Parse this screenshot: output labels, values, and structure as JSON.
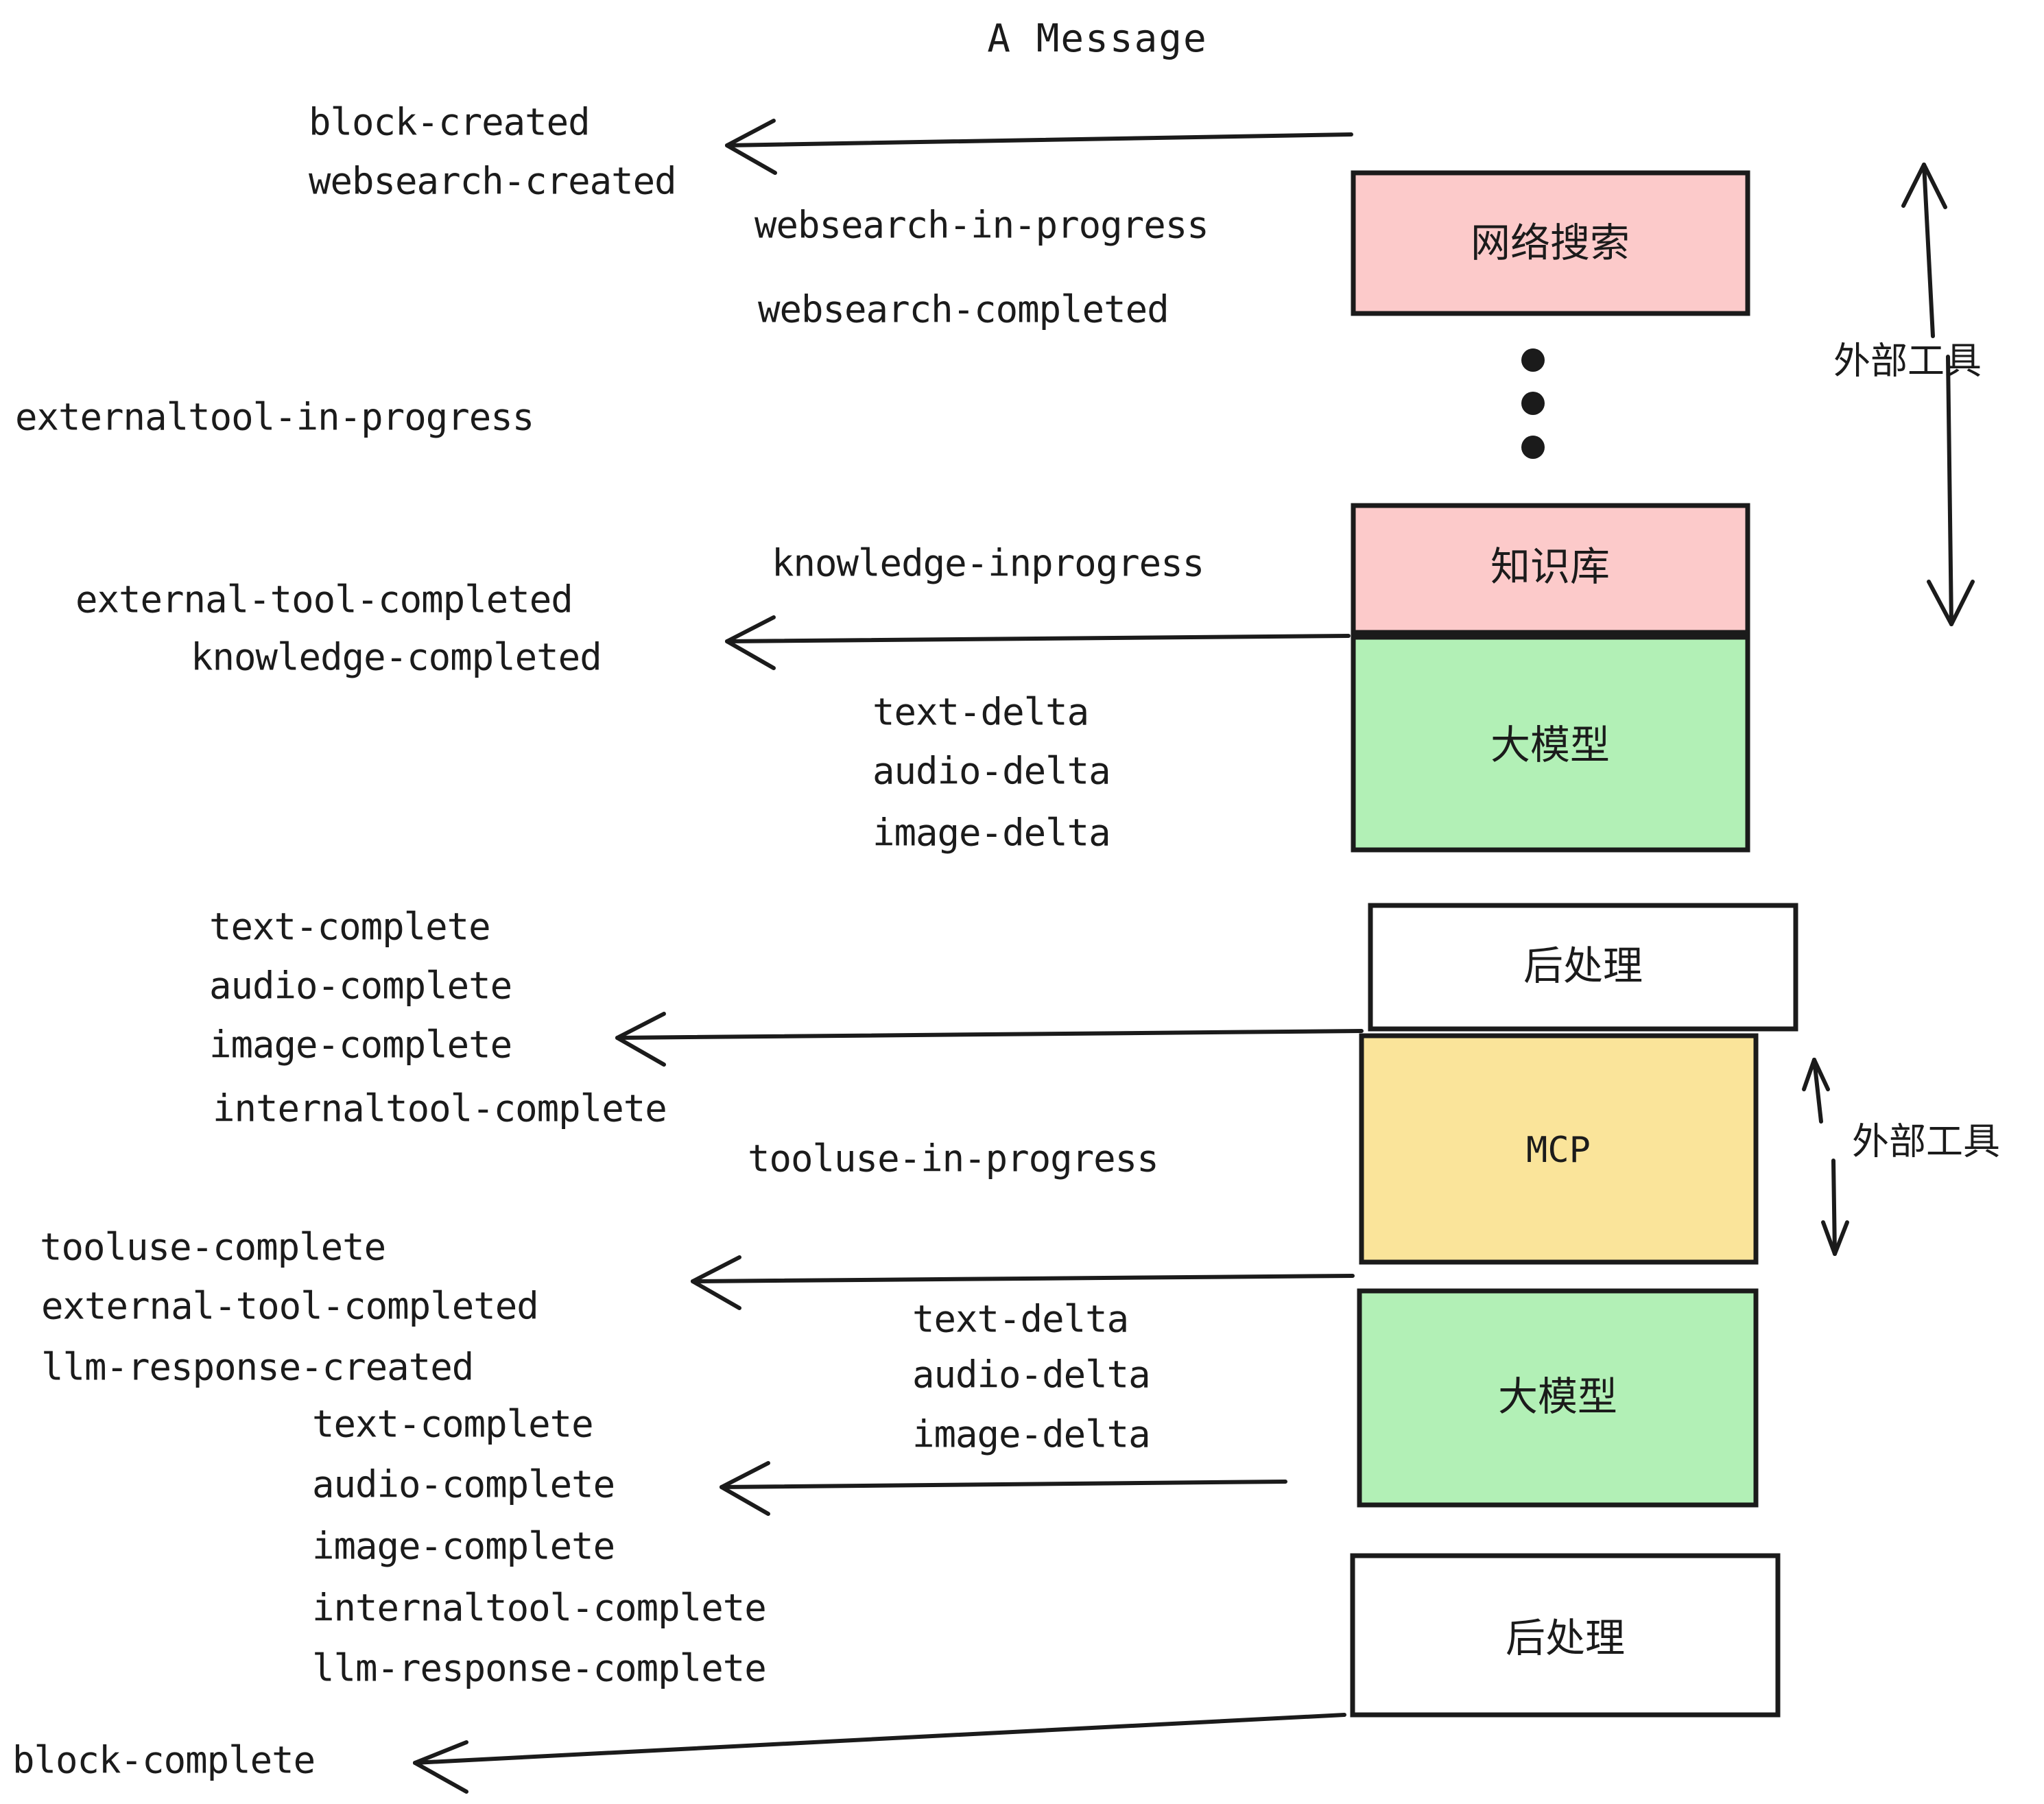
{
  "title": "A Message",
  "colors": {
    "pink": "#fccaca",
    "green": "#b2f0b6",
    "yellow": "#fae49a",
    "white": "#ffffff",
    "stroke": "#1b1b1b"
  },
  "boxes": [
    {
      "id": "websearch",
      "label": "网络搜索",
      "fill": "#fccaca",
      "latin": false
    },
    {
      "id": "knowledge",
      "label": "知识库",
      "fill": "#fccaca",
      "latin": false
    },
    {
      "id": "llm-1",
      "label": "大模型",
      "fill": "#b2f0b6",
      "latin": false
    },
    {
      "id": "postprocess-1",
      "label": "后处理",
      "fill": "#ffffff",
      "latin": false
    },
    {
      "id": "mcp",
      "label": "MCP",
      "fill": "#fae49a",
      "latin": true
    },
    {
      "id": "llm-2",
      "label": "大模型",
      "fill": "#b2f0b6",
      "latin": false
    },
    {
      "id": "postprocess-2",
      "label": "后处理",
      "fill": "#ffffff",
      "latin": false
    }
  ],
  "side_annotations": [
    {
      "id": "external-tool-top",
      "label": "外部工具"
    },
    {
      "id": "external-tool-bottom",
      "label": "外部工具"
    }
  ],
  "events": [
    {
      "id": "block-created",
      "text": "block-created"
    },
    {
      "id": "websearch-created",
      "text": "websearch-created"
    },
    {
      "id": "websearch-in-progress",
      "text": "websearch-in-progress"
    },
    {
      "id": "websearch-completed",
      "text": "websearch-completed"
    },
    {
      "id": "externaltool-in-progress",
      "text": "externaltool-in-progress"
    },
    {
      "id": "knowledge-inprogress",
      "text": "knowledge-inprogress"
    },
    {
      "id": "external-tool-completed-1",
      "text": "external-tool-completed"
    },
    {
      "id": "knowledge-completed",
      "text": "knowledge-completed"
    },
    {
      "id": "text-delta-1",
      "text": "text-delta"
    },
    {
      "id": "audio-delta-1",
      "text": "audio-delta"
    },
    {
      "id": "image-delta-1",
      "text": "image-delta"
    },
    {
      "id": "text-complete-1",
      "text": "text-complete"
    },
    {
      "id": "audio-complete-1",
      "text": "audio-complete"
    },
    {
      "id": "image-complete-1",
      "text": "image-complete"
    },
    {
      "id": "internaltool-complete-1",
      "text": "internaltool-complete"
    },
    {
      "id": "tooluse-in-progress",
      "text": "tooluse-in-progress"
    },
    {
      "id": "tooluse-complete",
      "text": "tooluse-complete"
    },
    {
      "id": "external-tool-completed-2",
      "text": "external-tool-completed"
    },
    {
      "id": "llm-response-created",
      "text": "llm-response-created"
    },
    {
      "id": "text-delta-2",
      "text": "text-delta"
    },
    {
      "id": "audio-delta-2",
      "text": "audio-delta"
    },
    {
      "id": "image-delta-2",
      "text": "image-delta"
    },
    {
      "id": "text-complete-2",
      "text": "text-complete"
    },
    {
      "id": "audio-complete-2",
      "text": "audio-complete"
    },
    {
      "id": "image-complete-2",
      "text": "image-complete"
    },
    {
      "id": "internaltool-complete-2",
      "text": "internaltool-complete"
    },
    {
      "id": "llm-response-complete",
      "text": "llm-response-complete"
    },
    {
      "id": "block-complete",
      "text": "block-complete"
    }
  ]
}
